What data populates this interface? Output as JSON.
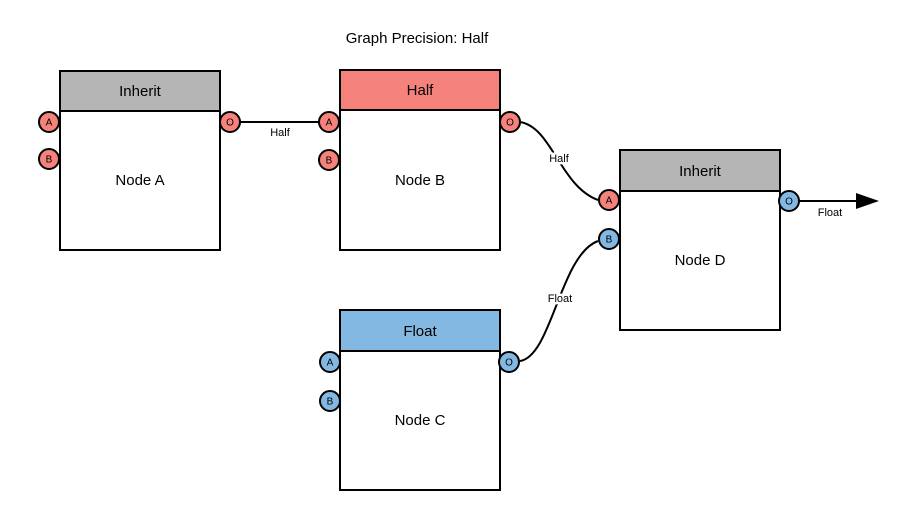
{
  "title": "Graph Precision: Half",
  "colors": {
    "salmon": "#F5837B",
    "gray": "#B5B5B5",
    "blue": "#83B8E2",
    "stroke": "#000000",
    "background": "#FFFFFF"
  },
  "ports": {
    "a": "A",
    "b": "B",
    "o": "O"
  },
  "nodes": {
    "a": {
      "header": "Inherit",
      "label": "Node A"
    },
    "b": {
      "header": "Half",
      "label": "Node B"
    },
    "c": {
      "header": "Float",
      "label": "Node C"
    },
    "d": {
      "header": "Inherit",
      "label": "Node D"
    }
  },
  "edges": {
    "a_to_b": {
      "label": "Half"
    },
    "b_to_d": {
      "label": "Half"
    },
    "c_to_d": {
      "label": "Float"
    },
    "d_out": {
      "label": "Float"
    }
  }
}
